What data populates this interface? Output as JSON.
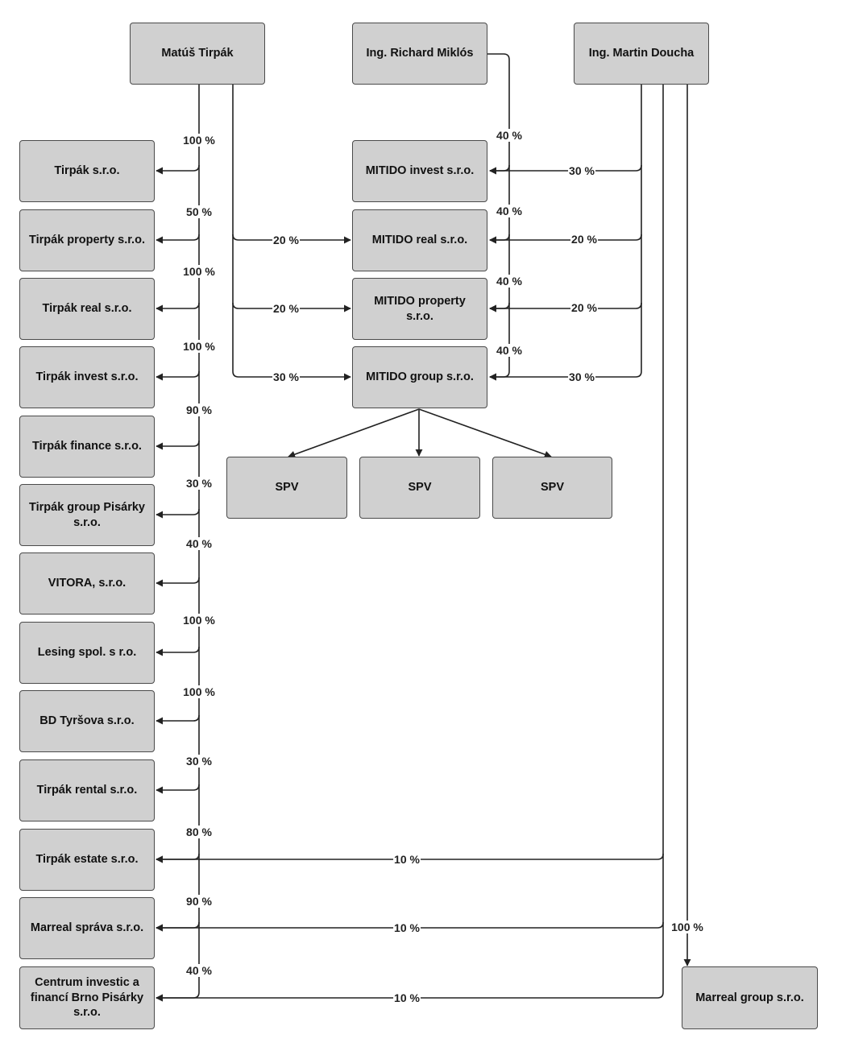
{
  "owners": {
    "tirpak": "Matúš Tirpák",
    "miklos": "Ing. Richard Miklós",
    "doucha": "Ing. Martin Doucha"
  },
  "left_companies": [
    {
      "name": "Tirpák s.r.o.",
      "share": "100 %"
    },
    {
      "name": "Tirpák property s.r.o.",
      "share": "50 %"
    },
    {
      "name": "Tirpák real s.r.o.",
      "share": "100 %"
    },
    {
      "name": "Tirpák invest s.r.o.",
      "share": "100 %"
    },
    {
      "name": "Tirpák finance s.r.o.",
      "share": "90 %"
    },
    {
      "name": "Tirpák group Pisárky s.r.o.",
      "share": "30 %"
    },
    {
      "name": "VITORA, s.r.o.",
      "share": "40 %"
    },
    {
      "name": "Lesing spol. s r.o.",
      "share": "100 %"
    },
    {
      "name": "BD Tyršova s.r.o.",
      "share": "100 %"
    },
    {
      "name": "Tirpák rental s.r.o.",
      "share": "30 %"
    },
    {
      "name": "Tirpák estate s.r.o.",
      "share": "80 %",
      "doucha_share": "10 %"
    },
    {
      "name": "Marreal správa s.r.o.",
      "share": "90 %",
      "doucha_share": "10 %"
    },
    {
      "name": "Centrum investic a financí Brno Pisárky s.r.o.",
      "share": "40 %",
      "doucha_share": "10 %"
    }
  ],
  "mitido": [
    {
      "name": "MITIDO invest s.r.o.",
      "tirpak_share": "",
      "miklos_share": "40 %",
      "doucha_share": "30 %"
    },
    {
      "name": "MITIDO real s.r.o.",
      "tirpak_share": "20 %",
      "miklos_share": "40 %",
      "doucha_share": "20 %"
    },
    {
      "name": "MITIDO property s.r.o.",
      "tirpak_share": "20 %",
      "miklos_share": "40 %",
      "doucha_share": "20 %"
    },
    {
      "name": "MITIDO group s.r.o.",
      "tirpak_share": "30 %",
      "miklos_share": "40 %",
      "doucha_share": "30 %"
    }
  ],
  "spv": [
    "SPV",
    "SPV",
    "SPV"
  ],
  "marreal_group": {
    "name": "Marreal group s.r.o.",
    "share": "100 %"
  },
  "colors": {
    "box_fill": "#d0d0d0",
    "box_border": "#4a4a4a",
    "line": "#222222"
  }
}
